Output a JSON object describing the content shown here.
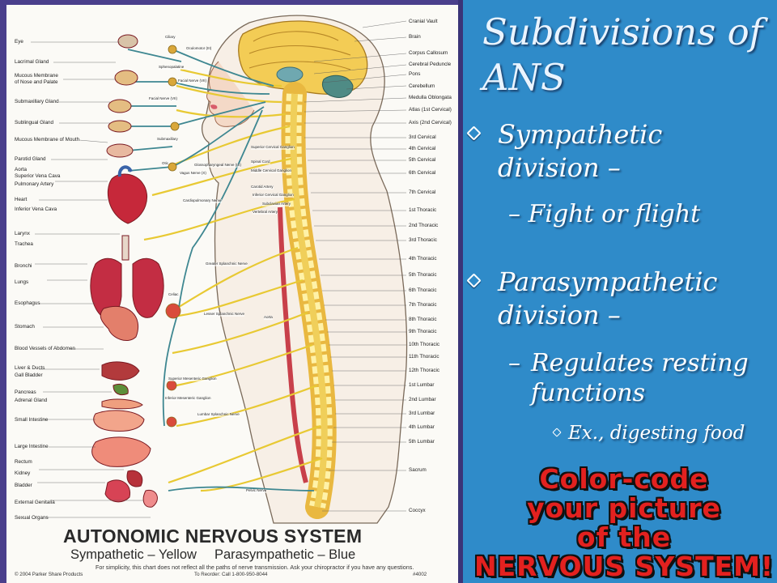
{
  "slide": {
    "title": "Subdivisions of ANS",
    "bullets": [
      {
        "label": "Sympathetic division –",
        "sub": "Fight or flight"
      },
      {
        "label": "Parasympathetic division –",
        "sub": "Regulates resting functions",
        "subsub": "Ex., digesting food"
      }
    ],
    "callout_lines": [
      "Color-code",
      "your picture",
      "of the",
      "NERVOUS SYSTEM!"
    ]
  },
  "chart": {
    "title": "AUTONOMIC NERVOUS SYSTEM",
    "legend_sympathetic": "Sympathetic – Yellow",
    "legend_parasympathetic": "Parasympathetic – Blue",
    "note": "For simplicity, this chart does not reflect all the paths of nerve transmission. Ask your chiropractor if you have any questions.",
    "copyright": "© 2004 Parker Share Products",
    "order": "To Reorder: Call 1-800-950-8044",
    "number": "#4002",
    "colors": {
      "sympathetic": "#f2d63a",
      "parasympathetic": "#3f8b94",
      "organ": "#c8313a",
      "spine": "#f6cf55"
    },
    "left_labels": [
      "Eye",
      "Lacrimal Gland",
      "Mucous Membrane",
      "of Nose and Palate",
      "Submaxillary Gland",
      "Sublingual Gland",
      "Mucous Membrane of Mouth",
      "Parotid Gland",
      "Aorta",
      "Superior Vena Cava",
      "Pulmonary Artery",
      "Heart",
      "Inferior Vena Cava",
      "Larynx",
      "Trachea",
      "Bronchi",
      "Lungs",
      "Esophagus",
      "Stomach",
      "Blood Vessels of Abdomen",
      "Liver & Ducts",
      "Gall Bladder",
      "Pancreas",
      "Adrenal Gland",
      "Small Intestine",
      "Large Intestine",
      "Rectum",
      "Kidney",
      "Bladder",
      "External Genitalia",
      "Sexual Organs"
    ],
    "right_labels": [
      "Cranial Vault",
      "Brain",
      "Corpus Callosum",
      "Cerebral Peduncle",
      "Pons",
      "Cerebellum",
      "Medulla Oblongata",
      "Atlas (1st Cervical)",
      "Axis (2nd Cervical)",
      "3rd Cervical",
      "4th Cervical",
      "5th Cervical",
      "6th Cervical",
      "7th Cervical",
      "1st Thoracic",
      "2nd Thoracic",
      "3rd Thoracic",
      "4th Thoracic",
      "5th Thoracic",
      "6th Thoracic",
      "7th Thoracic",
      "8th Thoracic",
      "9th Thoracic",
      "10th Thoracic",
      "11th Thoracic",
      "12th Thoracic",
      "1st Lumbar",
      "2nd Lumbar",
      "3rd Lumbar",
      "4th Lumbar",
      "5th Lumbar",
      "Sacrum",
      "Coccyx"
    ],
    "nerve_labels": [
      "Ciliary",
      "Oculomotor (III)",
      "Sphenopalatine",
      "Facial Nerve (VII)",
      "Facial Nerve (VII)",
      "Submaxillary",
      "Otic",
      "Vagus Nerve (X)",
      "Glossopharyngeal Nerve (IX)",
      "Superior Cervical Ganglion",
      "Spinal Cord",
      "Middle Cervical Ganglion",
      "Carotid Artery",
      "Inferior Cervical Ganglion",
      "Vertebral Artery",
      "Subclavian Artery",
      "Cardiopulmonary Nerve",
      "Greater Splanchnic Nerve",
      "Celiac",
      "Lesser Splanchnic Nerve",
      "Aorta",
      "Superior Mesenteric Ganglion",
      "Inferior Mesenteric Ganglion",
      "Lumbar Splanchnic Nerve",
      "Pelvic Nerve"
    ]
  }
}
